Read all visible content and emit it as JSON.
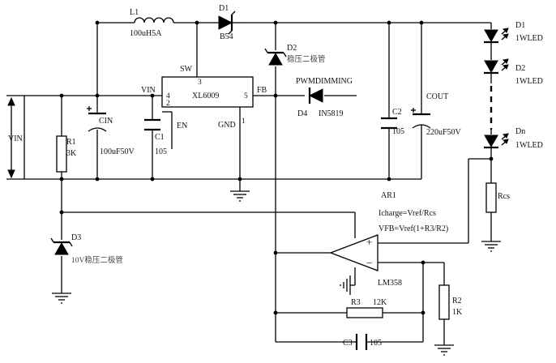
{
  "inductor": {
    "ref": "L1",
    "value": "100uH5A"
  },
  "d1": {
    "ref": "D1",
    "value": "B54"
  },
  "d2": {
    "ref": "D2",
    "value": "稳压二极管"
  },
  "ic": {
    "name": "XL6009",
    "pin_sw": "SW",
    "pin3": "3",
    "pin_vin": "VIN",
    "pin4": "4",
    "pin2": "2",
    "pin_en": "EN",
    "pin_fb": "FB",
    "pin5": "5",
    "pin_gnd": "GND",
    "pin1": "1"
  },
  "d4": {
    "ref": "D4",
    "value": "IN5819",
    "label": "PWMDIMMING"
  },
  "vin": {
    "label": "VIN"
  },
  "r1": {
    "ref": "R1",
    "value": "3K"
  },
  "cin": {
    "ref": "CIN",
    "value": "100uF50V"
  },
  "c1": {
    "ref": "C1",
    "value": "105"
  },
  "c2": {
    "ref": "C2",
    "value": "105"
  },
  "cout": {
    "ref": "COUT",
    "value": "220uF50V"
  },
  "leds": [
    {
      "ref": "D1",
      "value": "1WLED"
    },
    {
      "ref": "D2",
      "value": "1WLED"
    },
    {
      "ref": "Dn",
      "value": "1WLED"
    }
  ],
  "rcs": {
    "ref": "Rcs"
  },
  "ar1": {
    "ref": "AR1",
    "part": "LM358",
    "plus": "+",
    "minus": "−"
  },
  "formulas": {
    "icharge": "Icharge=Vref/Rcs",
    "vfb": "VFB=Vref(1+R3/R2)"
  },
  "d3": {
    "ref": "D3",
    "value": "10V稳压二极管"
  },
  "r2": {
    "ref": "R2",
    "value": "1K"
  },
  "r3": {
    "ref": "R3",
    "value": "12K"
  },
  "c3": {
    "ref": "C3",
    "value": "105"
  }
}
